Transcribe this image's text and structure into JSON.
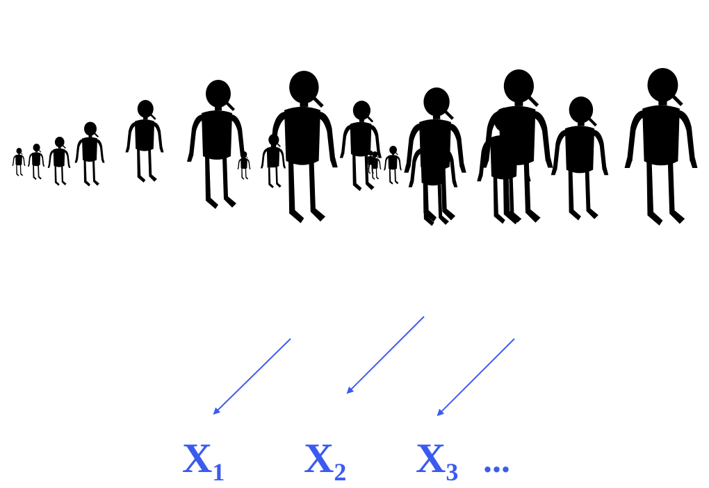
{
  "colors": {
    "figure": "#000000",
    "accent": "#3b5bf0",
    "background": "#ffffff"
  },
  "figures": [
    {
      "icon": "person-silhouette-icon"
    },
    {
      "icon": "person-silhouette-icon"
    },
    {
      "icon": "person-silhouette-icon"
    },
    {
      "icon": "person-silhouette-icon"
    },
    {
      "icon": "person-silhouette-icon"
    },
    {
      "icon": "person-silhouette-icon"
    },
    {
      "icon": "person-silhouette-icon"
    },
    {
      "icon": "person-silhouette-icon"
    },
    {
      "icon": "person-silhouette-icon"
    },
    {
      "icon": "person-silhouette-icon"
    },
    {
      "icon": "person-silhouette-icon"
    },
    {
      "icon": "person-silhouette-icon"
    },
    {
      "icon": "person-silhouette-icon"
    },
    {
      "icon": "person-silhouette-icon"
    },
    {
      "icon": "person-silhouette-icon"
    },
    {
      "icon": "person-silhouette-icon"
    },
    {
      "icon": "person-silhouette-icon"
    },
    {
      "icon": "person-silhouette-icon"
    },
    {
      "icon": "person-silhouette-icon"
    }
  ],
  "arrows": [
    {
      "icon": "arrow-icon"
    },
    {
      "icon": "arrow-icon"
    },
    {
      "icon": "arrow-icon"
    }
  ],
  "labels": {
    "x1": {
      "base": "X",
      "sub": "1"
    },
    "x2": {
      "base": "X",
      "sub": "2"
    },
    "x3": {
      "base": "X",
      "sub": "3"
    },
    "ellipsis": "..."
  }
}
